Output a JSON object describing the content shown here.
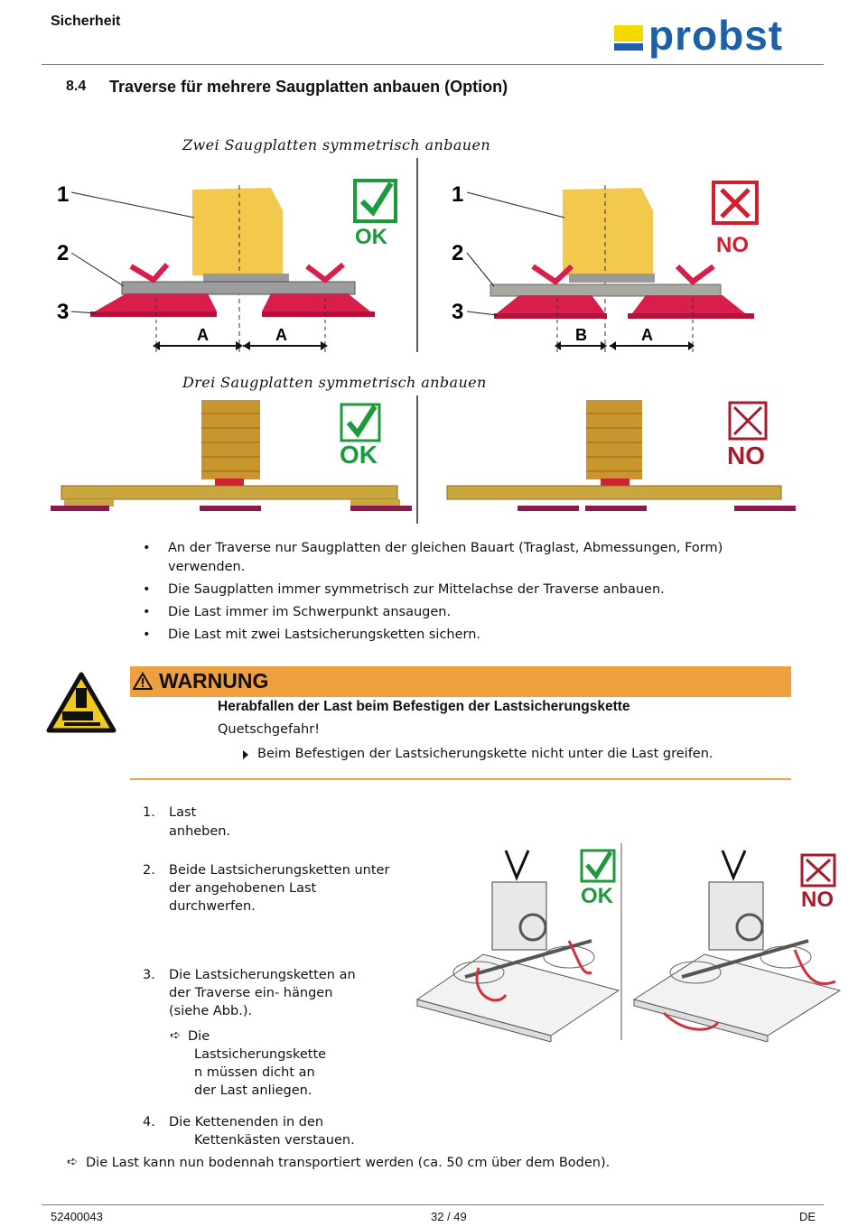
{
  "header": {
    "section": "Sicherheit",
    "logo": "probst"
  },
  "section": {
    "number": "8.4",
    "title": "Traverse für mehrere Saugplatten anbauen (Option)"
  },
  "figure1": {
    "caption": "Zwei Saugplatten symmetrisch anbauen",
    "labels": [
      "1",
      "2",
      "3"
    ],
    "left_dims": [
      "A",
      "A"
    ],
    "right_dims": [
      "B",
      "A"
    ],
    "ok": "OK",
    "no": "NO"
  },
  "figure2": {
    "caption": "Drei Saugplatten symmetrisch anbauen",
    "ok": "OK",
    "no": "NO"
  },
  "bullets": [
    "An der Traverse nur Saugplatten der gleichen Bauart (Traglast, Abmessungen, Form) verwenden.",
    "Die Saugplatten immer symmetrisch zur Mittelachse der Traverse anbauen.",
    "Die Last immer im Schwerpunkt ansaugen.",
    "Die Last mit zwei Lastsicherungsketten sichern."
  ],
  "warning": {
    "title": "WARNUNG",
    "heading": "Herabfallen der Last beim Befestigen der Lastsicherungskette",
    "hazard": "Quetschgefahr!",
    "action": "Beim Befestigen der Lastsicherungskette nicht unter die Last greifen."
  },
  "steps": [
    {
      "n": "1.",
      "lines": [
        "Last anheben."
      ]
    },
    {
      "n": "2.",
      "lines": [
        "Beide Lastsicherungsketten unter",
        "der angehobenen Last",
        "durchwerfen."
      ]
    },
    {
      "n": "3.",
      "lines": [
        "Die Lastsicherungsketten an",
        "der Traverse ein- hängen",
        "(siehe Abb.)."
      ]
    },
    {
      "n": "4.",
      "lines": [
        "Die Kettenenden in den",
        "Kettenkästen verstauen."
      ]
    }
  ],
  "step3_result": [
    "Die",
    "Lastsicherungskette",
    "n müssen dicht an",
    "der Last anliegen."
  ],
  "final_result": "Die Last kann nun bodennah transportiert werden (ca. 50 cm über dem Boden).",
  "figure3": {
    "ok": "OK",
    "no": "NO"
  },
  "footer": {
    "doc_number": "52400043",
    "page": "32 / 49",
    "lang": "DE"
  }
}
